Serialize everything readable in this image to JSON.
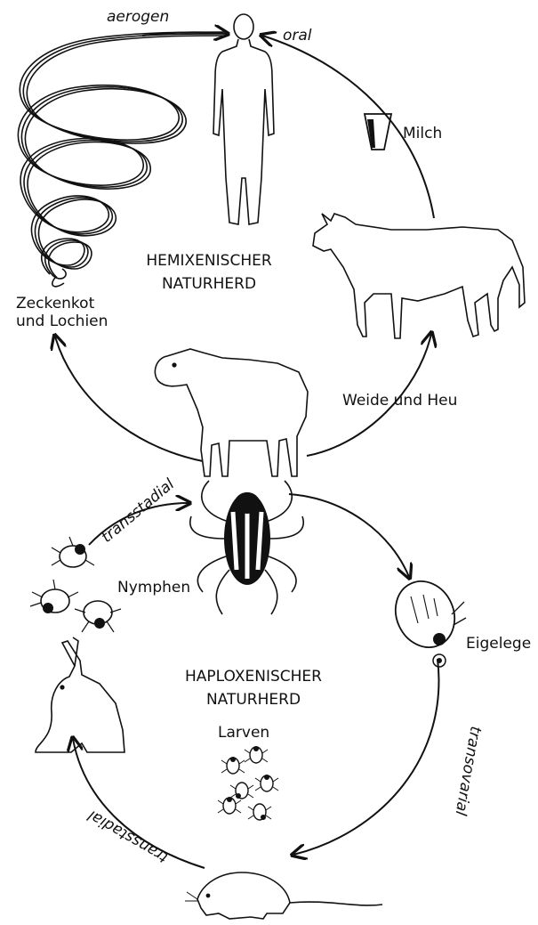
{
  "labels": {
    "aerogen": "aerogen",
    "oral": "oral",
    "milch": "Milch",
    "zeckenkot_line1": "Zeckenkot",
    "zeckenkot_line2": "und Lochien",
    "hemixenisch_line1": "HEMIXENISCHER",
    "hemixenisch_line2": "NATURHERD",
    "weide": "Weide und Heu",
    "transstadial_top": "transstadial",
    "nymphen": "Nymphen",
    "eigelege": "Eigelege",
    "haploxenisch_line1": "HAPLOXENISCHER",
    "haploxenisch_line2": "NATURHERD",
    "transovarial": "transovarial",
    "larven": "Larven",
    "transstadial_bottom": "transstadial"
  }
}
